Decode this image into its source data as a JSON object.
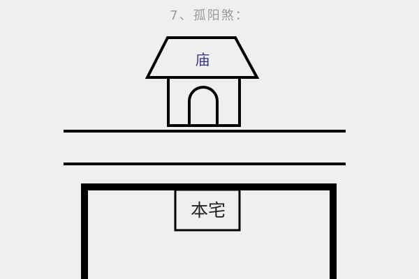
{
  "title": "7、孤阳煞：",
  "temple_label": "庙",
  "house_label": "本宅"
}
